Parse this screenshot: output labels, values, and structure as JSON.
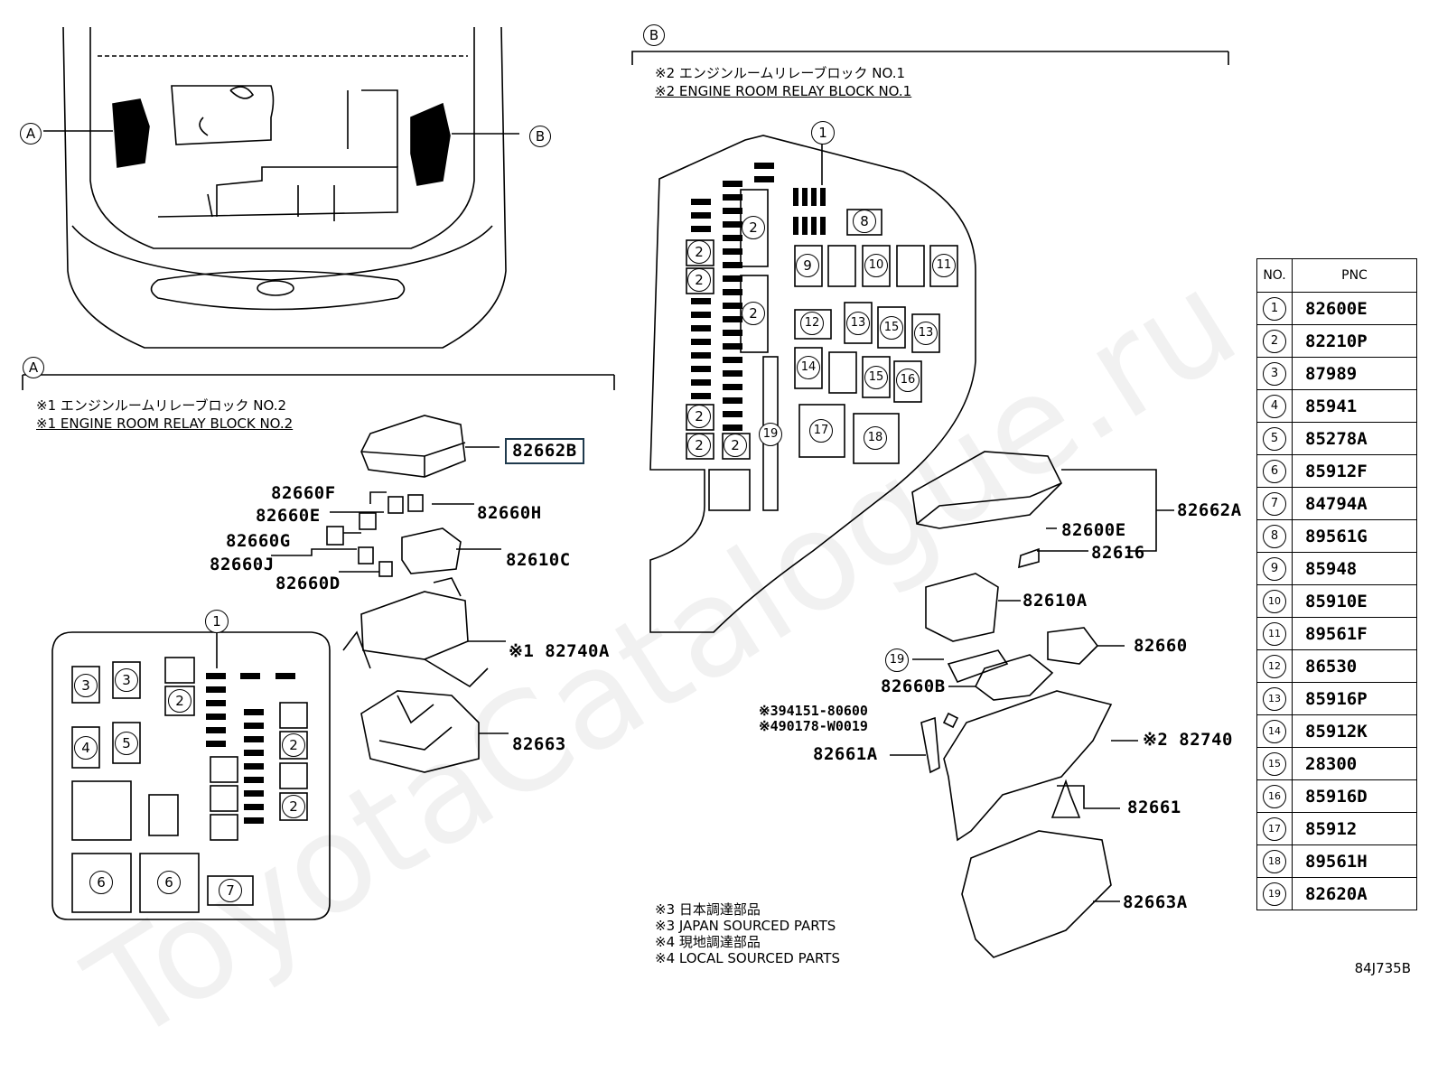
{
  "sections": {
    "a": {
      "marker": "A",
      "note_jp": "※1 エンジンルームリレーブロック NO.2",
      "note_en": "※1 ENGINE ROOM RELAY BLOCK NO.2"
    },
    "b": {
      "marker": "B",
      "note_jp": "※2 エンジンルームリレーブロック NO.1",
      "note_en": "※2 ENGINE ROOM RELAY BLOCK NO.1"
    }
  },
  "parts_a": {
    "p82662B": "82662B",
    "p82660F": "82660F",
    "p82660E": "82660E",
    "p82660H": "82660H",
    "p82660G": "82660G",
    "p82610C": "82610C",
    "p82660J": "82660J",
    "p82660D": "82660D",
    "p82740A": "※1 82740A",
    "p82663": "82663"
  },
  "parts_b": {
    "p82662A": "82662A",
    "p82600E": "82600E",
    "p82616": "82616",
    "p82610A": "82610A",
    "p82660": "82660",
    "p82660B": "82660B",
    "p394151": "※394151-80600",
    "p490178": "※490178-W0019",
    "p82661A": "82661A",
    "p82740": "※2 82740",
    "p82661": "82661",
    "p82663A": "82663A"
  },
  "footnotes": [
    "※3 日本調達部品",
    "※3 JAPAN SOURCED PARTS",
    "※4 現地調達部品",
    "※4 LOCAL SOURCED PARTS"
  ],
  "pnc_table": {
    "header_no": "NO.",
    "header_pnc": "PNC",
    "rows": [
      {
        "no": "1",
        "pnc": "82600E"
      },
      {
        "no": "2",
        "pnc": "82210P"
      },
      {
        "no": "3",
        "pnc": "87989"
      },
      {
        "no": "4",
        "pnc": "85941"
      },
      {
        "no": "5",
        "pnc": "85278A"
      },
      {
        "no": "6",
        "pnc": "85912F"
      },
      {
        "no": "7",
        "pnc": "84794A"
      },
      {
        "no": "8",
        "pnc": "89561G"
      },
      {
        "no": "9",
        "pnc": "85948"
      },
      {
        "no": "10",
        "pnc": "85910E"
      },
      {
        "no": "11",
        "pnc": "89561F"
      },
      {
        "no": "12",
        "pnc": "86530"
      },
      {
        "no": "13",
        "pnc": "85916P"
      },
      {
        "no": "14",
        "pnc": "85912K"
      },
      {
        "no": "15",
        "pnc": "28300"
      },
      {
        "no": "16",
        "pnc": "85916D"
      },
      {
        "no": "17",
        "pnc": "85912"
      },
      {
        "no": "18",
        "pnc": "89561H"
      },
      {
        "no": "19",
        "pnc": "82620A"
      }
    ]
  },
  "diagram_code": "84J735B",
  "watermark": "ToyotaCatalogue.ru"
}
